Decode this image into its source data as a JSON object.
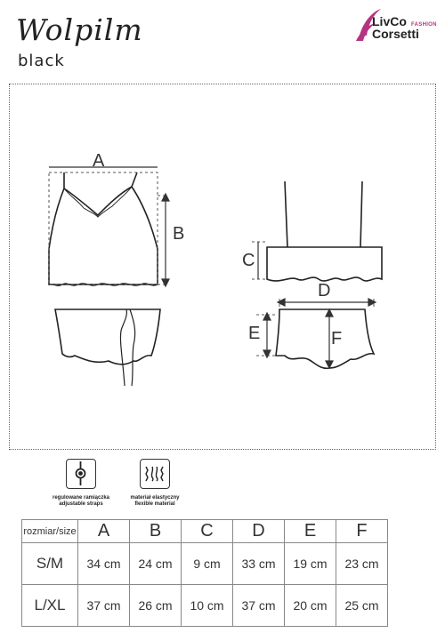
{
  "header": {
    "title": "Wolpilm",
    "subtitle": "black"
  },
  "brand": {
    "name_line1": "LivCo",
    "name_line2": "Corsetti",
    "tagline": "FASHION",
    "accent_color": "#b4357f"
  },
  "diagram": {
    "labels": [
      "A",
      "B",
      "C",
      "D",
      "E",
      "F"
    ]
  },
  "features": [
    {
      "icon": "adjustable-strap-icon",
      "line1": "regulowane ramiączka",
      "line2": "adjustable straps"
    },
    {
      "icon": "flexible-material-icon",
      "line1": "materiał elastyczny",
      "line2": "flexible material"
    }
  ],
  "size_table": {
    "header_first": "rozmiar/size",
    "columns": [
      "A",
      "B",
      "C",
      "D",
      "E",
      "F"
    ],
    "rows": [
      {
        "size": "S/M",
        "values": [
          "34 cm",
          "24 cm",
          "9 cm",
          "33 cm",
          "19 cm",
          "23 cm"
        ]
      },
      {
        "size": "L/XL",
        "values": [
          "37 cm",
          "26 cm",
          "10 cm",
          "37 cm",
          "20 cm",
          "25 cm"
        ]
      }
    ]
  }
}
